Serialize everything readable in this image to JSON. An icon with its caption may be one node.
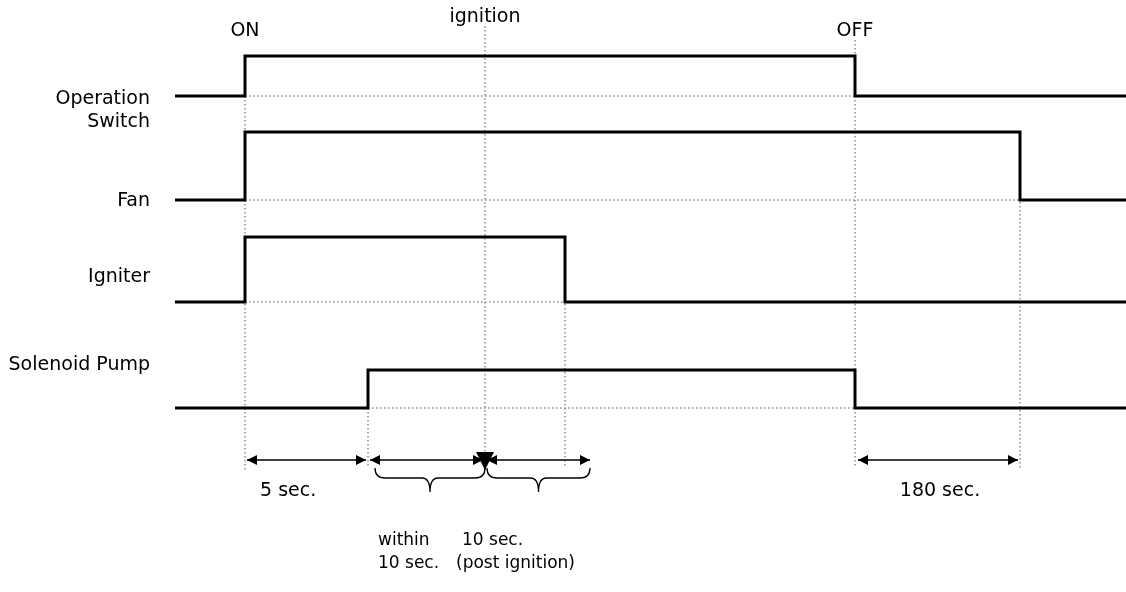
{
  "diagram": {
    "labels": [
      "ignition",
      "ON",
      "OFF",
      "Operation Switch",
      "Fan",
      "Igniter",
      "Solenoid Pump",
      "5 sec.",
      "within 10 sec.",
      "10 sec.",
      "(post ignition)",
      "180 sec."
    ]
  }
}
